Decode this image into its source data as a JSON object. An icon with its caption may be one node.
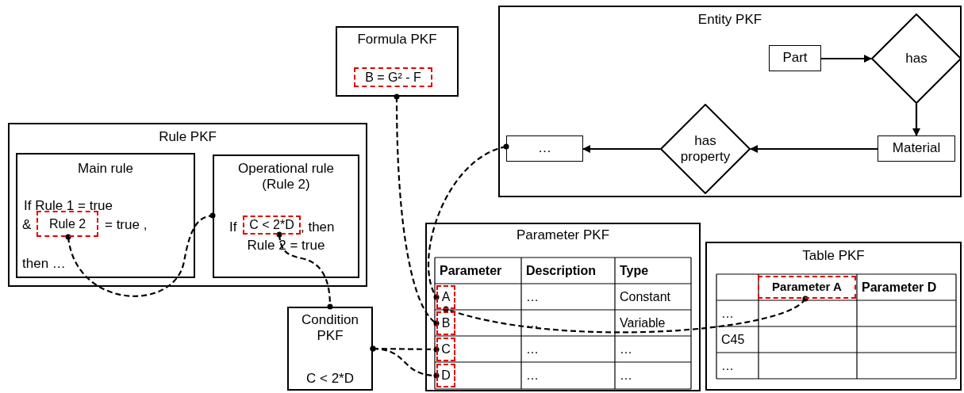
{
  "diagram": {
    "nodes": [
      {
        "text": [
          "Rule PKF"
        ]
      },
      {
        "text": [
          "Main rule",
          "If  Rule 1  = true",
          "&",
          "= true ,",
          "then …"
        ],
        "in": 0
      },
      {
        "text": [
          "Rule 2"
        ],
        "in": 1
      },
      {
        "text": [
          "Operational rule (Rule 2)",
          "If",
          ", then",
          "Rule 2 = true"
        ],
        "in": 0
      },
      {
        "text": [
          "C < 2*D"
        ],
        "in": 3
      },
      {
        "text": [
          "Formula PKF"
        ]
      },
      {
        "text": [
          "B = G² - F"
        ],
        "in": 5
      },
      {
        "text": [
          "Entity PKF"
        ]
      },
      {
        "text": [
          "Part"
        ],
        "in": 7
      },
      {
        "text": [
          "has"
        ],
        "in": 7
      },
      {
        "text": [
          "Material"
        ],
        "in": 7
      },
      {
        "text": [
          "has property"
        ],
        "in": 7
      },
      {
        "text": [
          "…"
        ],
        "in": 7
      },
      {
        "text": [
          "Condition PKF",
          "C < 2*D"
        ]
      },
      {
        "text": [
          "Parameter PKF"
        ]
      },
      {
        "text": [
          "A"
        ],
        "in": 14
      },
      {
        "text": [
          "B"
        ],
        "in": 14
      },
      {
        "text": [
          "C"
        ],
        "in": 14
      },
      {
        "text": [
          "D"
        ],
        "in": 14
      },
      {
        "text": [
          "Table PKF"
        ]
      },
      {
        "text": [
          "Parameter A"
        ],
        "in": 19
      }
    ],
    "edges": [
      {
        "from": 8,
        "to": 9,
        "arrow": "to"
      },
      {
        "from": 9,
        "to": 10,
        "arrow": "to"
      },
      {
        "from": 10,
        "to": 11,
        "arrow": "to"
      },
      {
        "from": 11,
        "to": 12,
        "arrow": "to"
      },
      {
        "from": 2,
        "to": 3,
        "arrow": "other",
        "style": "dashed"
      },
      {
        "from": 4,
        "to": 13,
        "arrow": "other",
        "style": "dashed"
      },
      {
        "from": 6,
        "to": 16,
        "arrow": "other",
        "style": "dashed"
      },
      {
        "from": 12,
        "to": 15,
        "arrow": "other",
        "style": "dashed"
      },
      {
        "from": 20,
        "to": 15,
        "arrow": "other",
        "style": "dashed"
      },
      {
        "from": 13,
        "to": 17,
        "arrow": "other",
        "style": "dashed"
      },
      {
        "from": 13,
        "to": 18,
        "arrow": "other",
        "style": "dashed"
      }
    ],
    "labels": [
      "Parameter",
      "Description",
      "Type",
      "…",
      "Constant",
      "…",
      "Variable",
      "…",
      "…",
      "…",
      "…",
      "Parameter D",
      "…",
      "C45",
      "…"
    ]
  }
}
